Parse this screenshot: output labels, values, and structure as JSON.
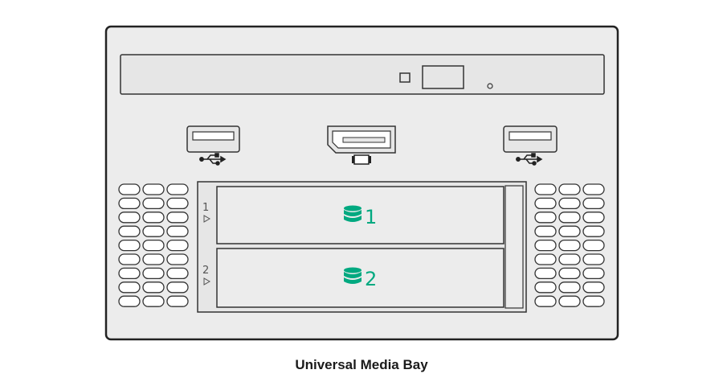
{
  "caption": "Universal Media Bay",
  "bays": [
    {
      "number": "1"
    },
    {
      "number": "2"
    }
  ],
  "colors": {
    "outline": "#222222",
    "panel": "#ececec",
    "inner": "#e6e6e6",
    "accent": "#00a980"
  },
  "icons": {
    "usb_left": "usb-icon",
    "usb_right": "usb-icon",
    "display": "displayport-icon",
    "drive": "drive-stack-icon"
  },
  "vent_grid": {
    "rows": 9,
    "cols": 3
  }
}
